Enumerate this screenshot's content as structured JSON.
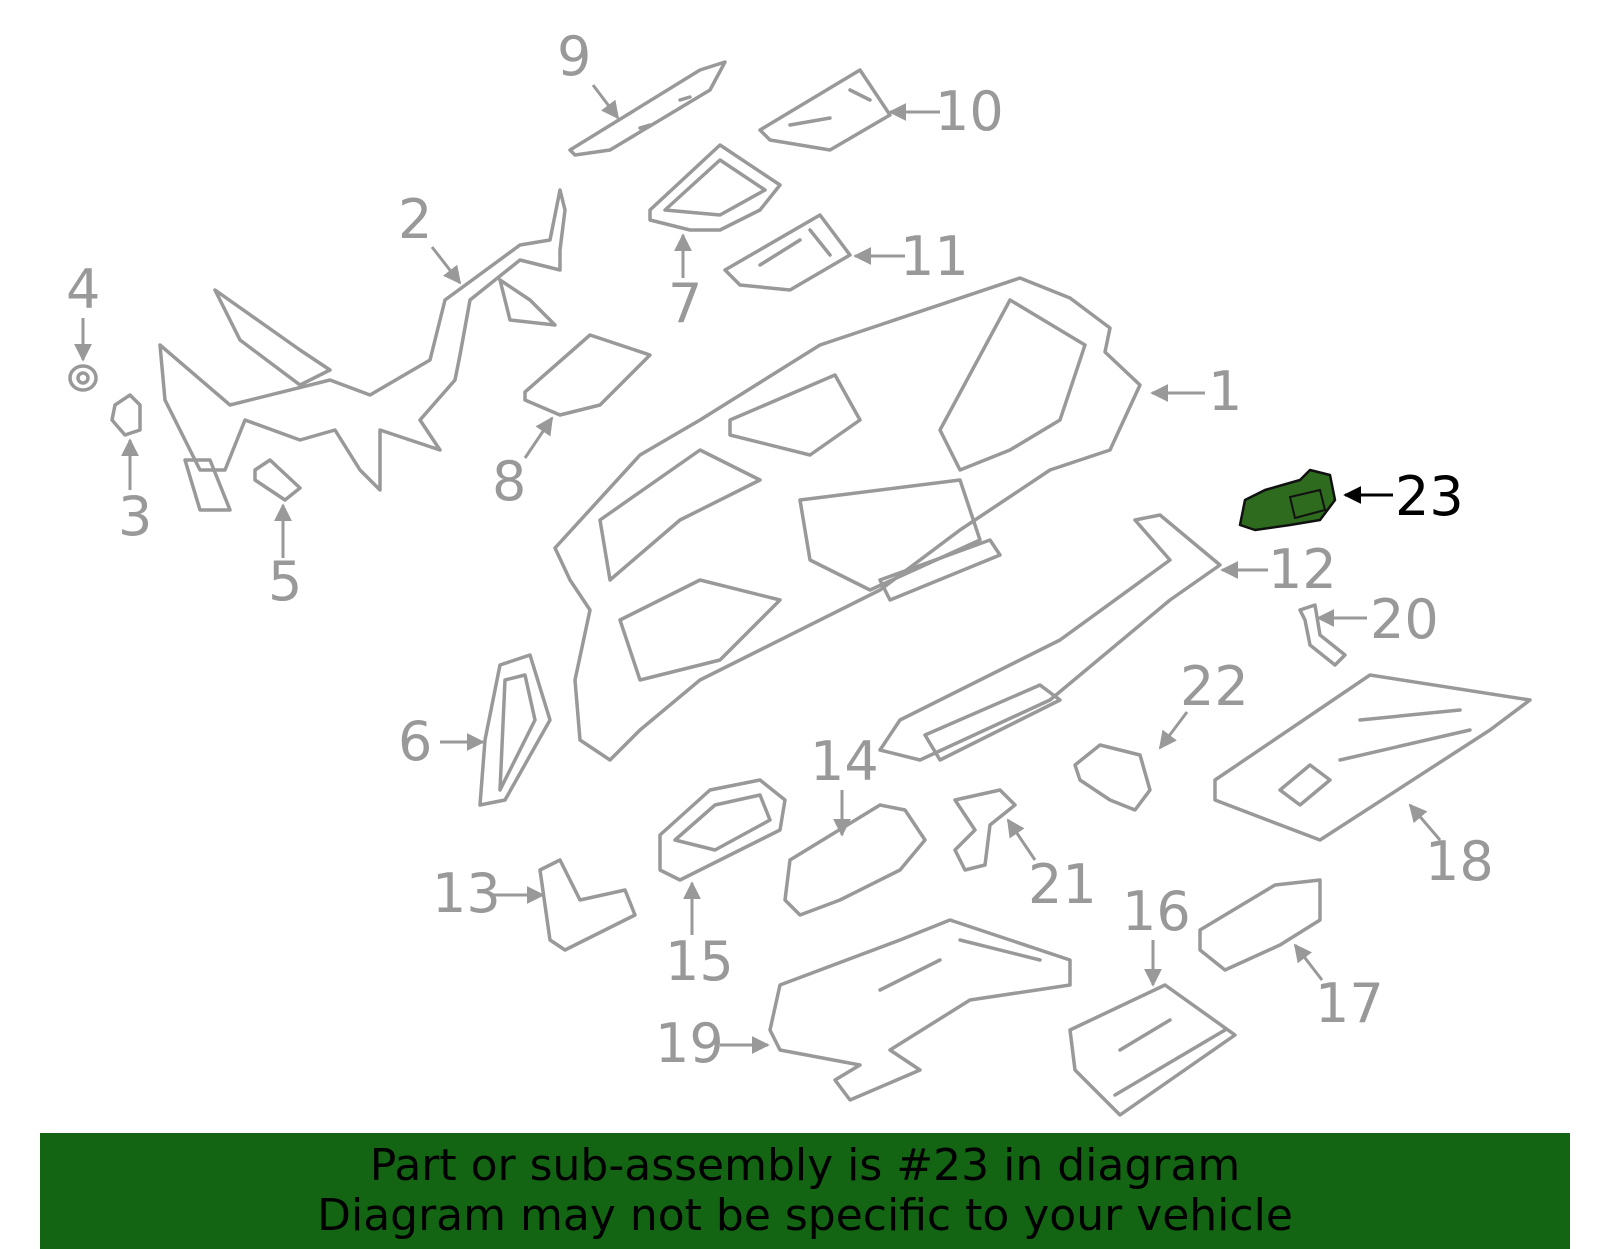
{
  "colors": {
    "part_stroke": "#999999",
    "label_text": "#999999",
    "highlight_fill": "#2e6b1f",
    "highlight_stroke": "#111111",
    "highlight_label": "#000000",
    "banner_bg": "#136413"
  },
  "diagram": {
    "highlighted_part": "23",
    "callouts": [
      "1",
      "2",
      "3",
      "4",
      "5",
      "6",
      "7",
      "8",
      "9",
      "10",
      "11",
      "12",
      "13",
      "14",
      "15",
      "16",
      "17",
      "18",
      "19",
      "20",
      "21",
      "22",
      "23"
    ]
  },
  "banner": {
    "line1": "Part or sub-assembly is #23 in diagram",
    "line2": "Diagram may not be specific to your vehicle"
  }
}
